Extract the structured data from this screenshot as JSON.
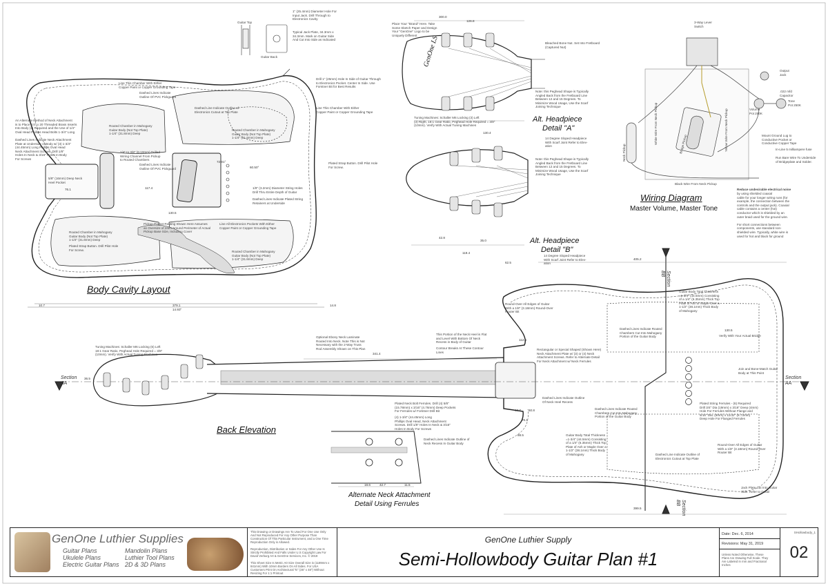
{
  "views": {
    "body_cavity": "Body Cavity Layout",
    "alt_a_line1": "Alt. Headpiece",
    "alt_a_line2": "Detail \"A\"",
    "alt_b_line1": "Alt. Headpiece",
    "alt_b_line2": "Detail \"B\"",
    "wiring_title": "Wiring Diagram",
    "wiring_sub": "Master Volume, Master Tone",
    "back_elevation": "Back Elevation",
    "alt_neck_line1": "Alternate Neck Attachment",
    "alt_neck_line2": "Detail Using Ferrules"
  },
  "section_labels": {
    "left_aa": "Section\nAA",
    "right_aa": "Section\nAA",
    "top_bb": "Section\nBB",
    "bottom_bb": "Section\nBB"
  },
  "headstock_logo": "GenOne LS",
  "notes": {
    "jack_hole": "1\" (25.4mm) Diameter Hole For\nInput Jack. Drill Through to\nElectronics Cavity",
    "jack_plate": "Typical Jack Plate, 34.3mm x\n34.3mm. Mark on Guitar Side\nAnd Cut Into Side as Indicated",
    "guitar_back": "Guitar Back",
    "guitar_top": "Guitar Top",
    "chamber_foil_1": "Line This Chamber With Either\nCopper Paint or Copper Grounding Tape",
    "dashed_pvc": "Dashed Lines Indicate\nOutline Of PVC Pickguard",
    "drill_side": "Drill 1\" (25mm) Hole In Side of Guitar Through\nto Electronics Pocket. Center In Side. Use\nForstner Bit for Best Results",
    "dashed_electronics": "Dashed Line Indicate Outline of\nElectronics Cutout at Top Plate",
    "chamber_foil_2": "Line This Chamber With Either\nCopper Paint or Copper Grounding Tape",
    "neck_attach": "An Alternate Method of Neck Attachment\nis to Place 1/4\" x 20 Threaded Brass Inserts\nInto Body (4) Required and the Use of 1/4\"\nOval Head Phillips Head Bolts 1-3/4\" Long",
    "dashed_neck_plate": "Dashed Lines Indicate Neck Attachment\nPlate at Underside of Body w/ (3) 1-3/4\"\n(44.45mm) Long Phillips Oval Head\nNeck Attachment Screws. Drill 1/8\"\nHoles In Neck & 3/16\" Holes In Body\nFor Screws",
    "routed_chamber_1": "Routed Chamber in Mahogany\nGuitar Body (Not Top Plate)\n1-1/4\" (31.8mm) Deep",
    "routed_chamber_2": "Routed Chamber in Mahogany\nGuitar Body (Not Top Plate)\n1-1/4\" (31.8mm) Deep",
    "wiring_channel": "1/4\" to 3/8\" (6-10mm) Drilled\nWiring Channel From Pickup\nto Routed Chambers",
    "dashed_pvc_2": "Dashed Lines Indicate\nOutline Of PVC Pickguard",
    "strap_button_1": "Plated Strap Button. Drill Pilot Hole\nFor Screw.",
    "neck_pocket": "5/8\" (16mm) Deep Neck\nHeel Pocket",
    "string_holes": "1/8\" (3.2mm) Diameter String Holes\nDrill Thru Entire Depth of Guitar",
    "dashed_string": "Dashed Lines Indicate Plated String\nRetainers at Underside",
    "routed_chamber_3": "Routed Chamber in Mahogany\nGuitar Body (Not Top Plate)\n1-1/4\" (31.8mm) Deep",
    "routed_chamber_4": "Routed Chamber in Mahogany\nGuitar Body (Not Top Plate)\n1-1/4\" (31.8mm) Deep",
    "strap_button_2": "Plated Strap Button. Drill Pilot Hole\nFor Screw.",
    "pickup_pocket": "Pickup Pocket Routing Shown Here Assumes\nan Oversize of 2mm Around Perimeter of Actual\nPickup Base Size, Including Cover",
    "electronics_foil": "Line All Electronics Pockets With Either\nCopper Paint or Copper Grounding Tape",
    "brand_note": "Place Your \"Brand\" Here. Take\nSome Sketch Paper and Design\nYour \"GenOne\" Logo to be\nUniquely Different",
    "bone_nut": "Bleached Bone Nut. Set Into Fretboard\n(Captured Nut)",
    "peghead_note_a": "Note: this Peghead Shape is Typically\nAngled Back from the Fretboard Line\nBetween 12 and 15 Degrees. To\nMinimize Wood Usage, Use the Scarf\nJoining Technique",
    "tuners_a": "Tuning Machines: Schaller M6 Locking (3) Left\n(3) Right, 18:1 Gear Ratio, Peghead Hole Required = 3/8\"\n(10mm). Verify With Actual Tuning Machines",
    "angled_a": "14 Degree Sloped Headpiece\nWith Scarf Joint Refer to Elev-\nation",
    "peghead_note_b": "Note: this Peghead Shape is Typically\nAngled Back from the Fretboard Line\nBetween 12 and 15 Degrees. To\nMinimize Wood Usage, Use the Scarf\nJoining Technique",
    "angled_b": "14 Degree Sloped Headpiece\nWith Scarf Joint Refer to Elev-\nation",
    "w_3way": "3-Way Lever\nSwitch",
    "w_output": "Output\nJack",
    "w_cap": ".022 mfd\nCapacitor",
    "w_tone": "Tone\nPot 250K",
    "w_volume": "Volume\nPot 250K",
    "w_ground": "Mount Ground Lug to\nConductive Pocket or\nConductive Copper Tape",
    "w_milliamp": "In-Line 5 milliampere fuse",
    "w_bare": "Run Bare Wire To Underside\nof Bridgeplate and Solder.",
    "w_white_bridge": "White Wire From Neck Pickup",
    "w_yellow": "Yellow Wire From Neck Pickup",
    "w_neck_pickup": "Neck Pickup",
    "w_bridge_pickup": "Bridge Pickup",
    "w_black_wire": "Black Wire From Neck Pickup",
    "w_reduce_title": "Reduce undesirable electrical noise",
    "w_reduce": "by using shielded coaxial\ncable for your longer wiring runs (for\nexample, the connection between the\ncontrols and the output jack). Coaxial\ncable contains a center (hot)\nconductor which is shielded by an\nouter braid used for the ground wire.\n\nFor short connections between\ncomponents, use standard non-\nshielded wire. Typically, white wire is\nused for hot and black for ground",
    "roundover_1": "Round-Over All Edges of Guitar\nWith a 1/8\" (3.18mm) Round-Over\nRouter Bit",
    "total_thick_1": "Guitar Body Total Thickness\n=1-3/4\" (44.5mm) Consisting\nof a 1/4\" (6.35mm) Thick Top\nPlate of Ash or Maple Over a\n1-1/2\" (38.1mm) Thick Body\nof Mahogany",
    "dashed_routed": "Dashed Lines Indicate Routed\nChambers Cut Into Mahogany\nPortion of the Guitar Body",
    "verify_bridge": "Verify With Your Actual Bridge",
    "join_body": "Join and Bone-Match Guitar\nBody at This Point",
    "tuners_back": "Tuning Machines: Schaller M6 Locking (6) Left\n18:1 Gear Ratio, Peghead Hole Required = 3/8\"\n(10mm). Verify With Actual Tuning Machines",
    "ebony_lam": "Optional Ebony Neck Laminate\nRouted Into Neck. Note This is Not\nNecessary with the 2-Way Truss\nRod Assembly Shown on This Plan",
    "neck_heel": "This Portion of the Neck Heel is Flat\nand Level With Bottom Of Neck\nRecess in Body of Guitar",
    "contour": "Contour Breaks At These Contour\nLines",
    "neck_plate_note": "Rectangular or Special Shaped (Shown Here)\nNeck Attachment Plate w/ (3) or (4) Neck\nAttachment Screws. Refer to Alternate Detail\nFor Neck Attachment w/ Neck Ferrules",
    "dashed_neck_recess": "Dashed Lines Indicate Outline\nOf Neck Heel Recess",
    "string_ferrules": "Plated String Ferrules - (6) Required\nDrill 3/4\" Dia (19mm) x 3/16\" Deep (4mm)\nHole For Ferrules Without Flange and\n5/16\" Dia. (8mm) x 11/32\" (8.73mm)\nDeep Hole For Flanged Ferrules",
    "neck_bolt_ferrules": "Plated Neck Bolt Ferrules. Drill (4) 5/8\"\n(15.78mm) x 3/16\" (4.76mm) Deep Pockets\nFor Ferrules w/ Forstner Drill Bit",
    "neck_bolts_alt": "(4) 1-3/4\" (44.45mm) Long\nPhillips Oval Head, Neck Attachment\nScrews. Drill 1/8\" Holes In Neck & 3/16\"\nHoles In Body For Screws",
    "dashed_neck_recess_2": "Dashed Lines Indicate Outline of\nNeck Recess In Guitar Body",
    "dashed_routed_2": "Dashed Lines Indicate Routed\nChambers Cut Into Mahogany\nPortion of the Guitar Body",
    "total_thick_2": "Guitar Body Total Thickness\n=1-3/4\" (44.5mm) Consisting\nof a 1/4\" (6.35mm) Thick Top\nPlate of Ash or Maple Over a\n1-1/2\" (38.1mm) Thick Body\nof Mahogany",
    "roundover_2": "Round-Over All Edges of Guitar\nWith a 1/8\" (3.18mm) Round-Over\nRouter Bit",
    "dashed_electronics_2": "Dashed Line Indicate Outline of\nElectronics Cutout at Top Plate",
    "jack_plate_2": "Jack Plate Cut Into Guitar\nSide. Refer to Detail"
  },
  "dims": {
    "d_body_width": "379.1",
    "d_body_width_in": "14.93\"",
    "d_left_10": "10.7",
    "d_right_14": "14.8",
    "d_76": "76.1",
    "d_1171": "117.4",
    "d_1305": "130.5",
    "d_7201": "72.01°",
    "d_6050": "60.50°",
    "d_300": "300.0",
    "d_1268": "126.8",
    "d_1364": "130.4",
    "d_1194": "119.4",
    "d_1605": "405.2",
    "d_3415": "341.4",
    "d_3995": "399.5",
    "d_1125": "112.5",
    "d_888": "88.5",
    "d_761b": "76.1",
    "d_477": "47.7",
    "d_608": "60.8",
    "d_365": "36.5",
    "d_1305b": "130.5",
    "d_625": "62.5",
    "d_428": "42.8",
    "d_350": "35.0",
    "d_427": "42.7",
    "d_186": "18.6",
    "d_115": "11.5"
  },
  "title_block": {
    "company": "GenOne Luthier Supplies",
    "plans_left": [
      "Guitar Plans",
      "Ukulele Plans",
      "Electric Guitar Plans"
    ],
    "plans_right": [
      "Mandolin Plans",
      "Luthier Tool Plans",
      "2D & 3D Plans"
    ],
    "legal": "This Drawing or Drawings Are To Used For One Use Only\nAnd Not Reproduced For Any Other Purpose Than\nConstruction Of This Particular Instrument, and a One Time\nReproduction Only is Allowed.\n\nReproduction, Distribution or Sales For Any Other Use Is\nStrictly Prohibited And Falls Under U.S Copyright Law For\nDavid Verburg Art & GenOne Services, Inc. © 2019\n\nThis Sheet Size Is Metric A0 Size Overall Size is (1189mm x\n841mm) With 10mm Borders On All Sides. For USA\nCustomers Print On Architectural \"E\" (36\" x 48\") Without\nResizing For 1:1 Printout",
    "supply_name": "GenOne Luthier Supply",
    "plan_title": "Semi-Hollowbody Guitar Plan #1",
    "date": "Date: Dec. 6, 2014",
    "revisions": "Revisions: May 31, 2019",
    "units_note": "Unless Noted Otherwise, These\nPlans Are Drawing Full Scale. They\nAre Labeled In mm and Fractional\nInches",
    "sheet_code": "SHollowbody_1",
    "sheet_no": "02"
  }
}
